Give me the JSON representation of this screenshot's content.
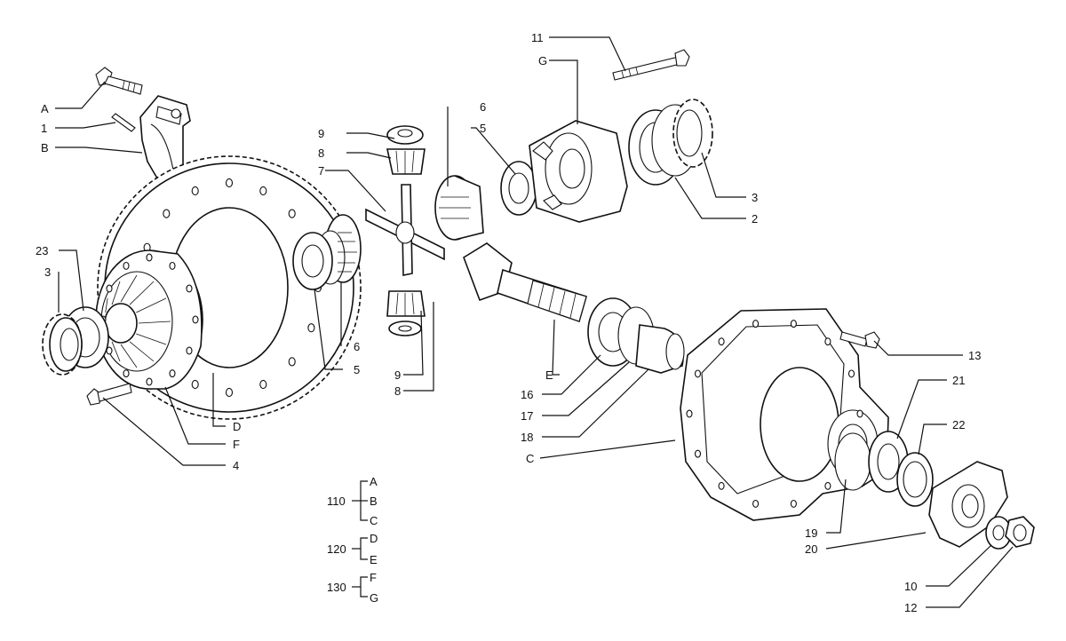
{
  "callouts": {
    "a": "A",
    "b": "B",
    "c": "C",
    "d": "D",
    "e": "E",
    "f": "F",
    "g": "G",
    "n1": "1",
    "n2": "2",
    "n3_left": "3",
    "n3_right": "3",
    "n4": "4",
    "n5_center": "5",
    "n5_top": "5",
    "n6_center": "6",
    "n6_top": "6",
    "n7": "7",
    "n8_top": "8",
    "n8_bottom": "8",
    "n9_top": "9",
    "n9_bottom": "9",
    "n10": "10",
    "n11": "11",
    "n12": "12",
    "n13": "13",
    "n16": "16",
    "n17": "17",
    "n18": "18",
    "n19": "19",
    "n20": "20",
    "n21": "21",
    "n22": "22",
    "n23": "23"
  },
  "legend": [
    {
      "code": "110",
      "items": [
        "A",
        "B",
        "C"
      ]
    },
    {
      "code": "120",
      "items": [
        "D",
        "E"
      ]
    },
    {
      "code": "130",
      "items": [
        "F",
        "G"
      ]
    }
  ]
}
